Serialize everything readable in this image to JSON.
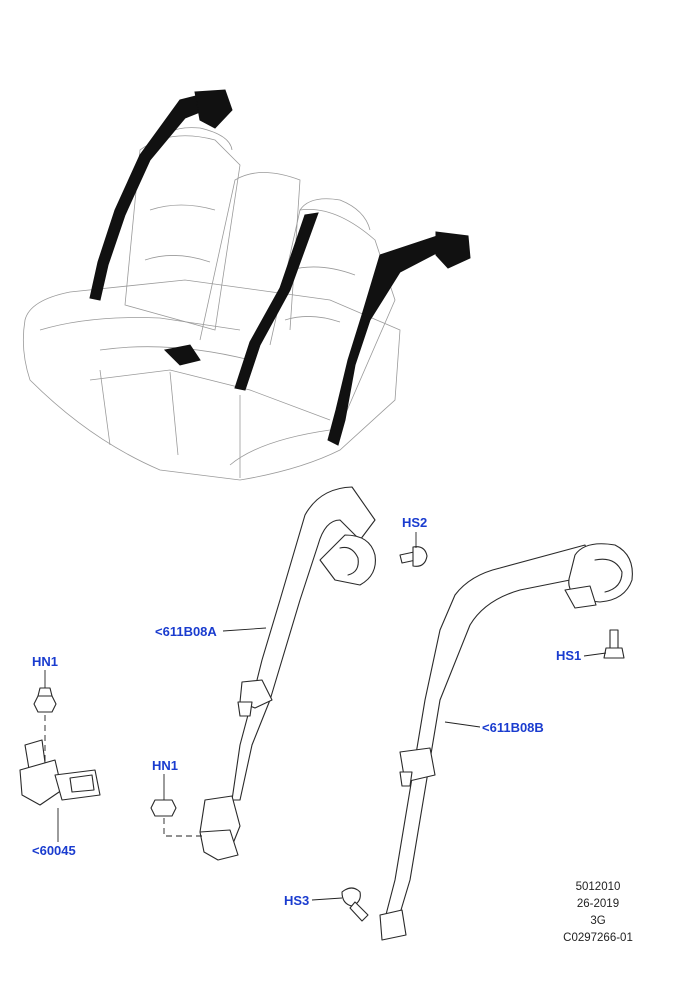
{
  "callouts": {
    "hs2": "HS2",
    "belt_a": "<611B08A",
    "hn1_left": "HN1",
    "hn1_mid": "HN1",
    "belt_b": "<611B08B",
    "hs1": "HS1",
    "buckle": "<60045",
    "hs3": "HS3"
  },
  "meta": {
    "code": "5012010",
    "date": "26-2019",
    "variant": "3G",
    "ref": "C0297266-01"
  },
  "colors": {
    "callout": "#1a3ccf",
    "belt": "#111111",
    "outline": "#2a2a2a"
  }
}
